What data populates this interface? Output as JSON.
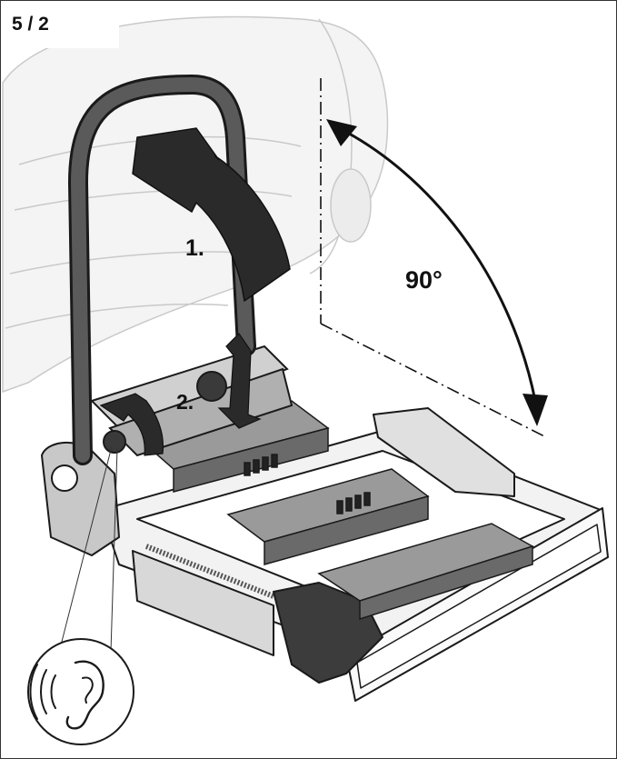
{
  "step": {
    "label": "5 / 2"
  },
  "callouts": {
    "step1": "1.",
    "step2": "2."
  },
  "angle": {
    "label": "90°"
  },
  "icons": {
    "hearing": "ear-icon",
    "rotate_up": "curved-arrow-icon",
    "rotate_knob": "curved-arrow-icon"
  },
  "colors": {
    "line": "#1a1a1a",
    "fill_dark": "#3a3a3a",
    "fill_light": "#ededed",
    "background": "#ffffff"
  }
}
